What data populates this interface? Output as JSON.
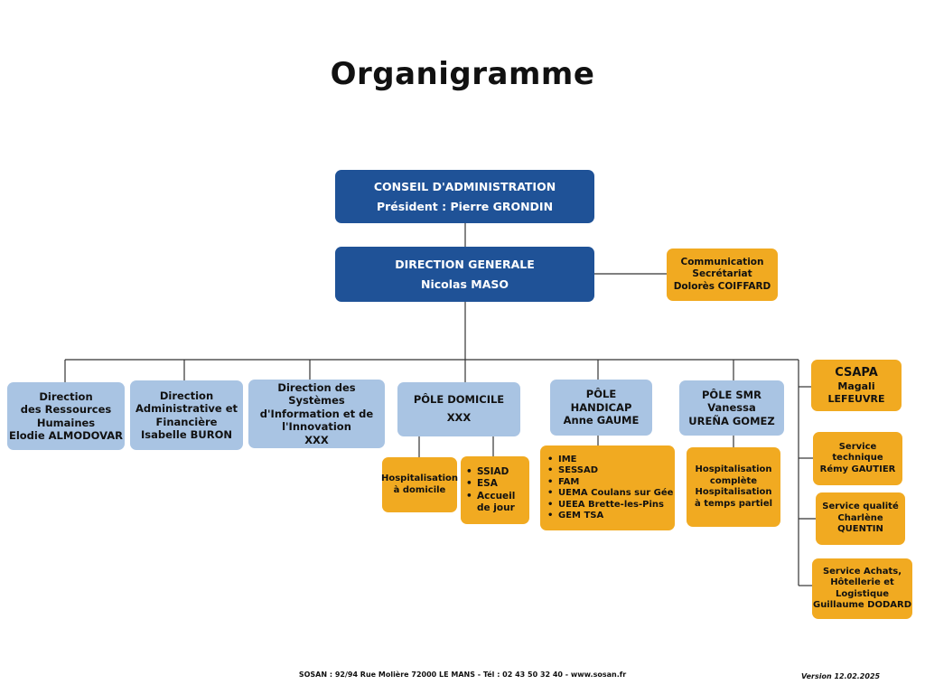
{
  "title": "Organigramme",
  "conseil": {
    "line1": "CONSEIL D'ADMINISTRATION",
    "line2": "Président : Pierre GRONDIN"
  },
  "direction": {
    "line1": "DIRECTION GENERALE",
    "line2": "Nicolas MASO"
  },
  "communication": {
    "line1": "Communication",
    "line2": "Secrétariat",
    "line3": "Dolorès COIFFARD"
  },
  "drh": {
    "line1": "Direction",
    "line2": "des Ressources",
    "line3": "Humaines",
    "line4": "Elodie ALMODOVAR"
  },
  "daf": {
    "line1": "Direction",
    "line2": "Administrative et",
    "line3": "Financière",
    "line4": "Isabelle BURON"
  },
  "dsi": {
    "line1": "Direction des Systèmes",
    "line2": "d'Information et de",
    "line3": "l'Innovation",
    "line4": "XXX"
  },
  "pole_domicile": {
    "line1": "PÔLE DOMICILE",
    "line2": "XXX"
  },
  "pole_handicap": {
    "line1": "PÔLE",
    "line2": "HANDICAP",
    "line3": "Anne GAUME"
  },
  "pole_smr": {
    "line1": "PÔLE SMR",
    "line2": "Vanessa",
    "line3": "UREÑA GOMEZ"
  },
  "hospitalisation_domicile": {
    "line1": "Hospitalisation",
    "line2": "à domicile"
  },
  "domicile_services": [
    "SSIAD",
    "ESA",
    "Accueil de jour"
  ],
  "handicap_services": [
    "IME",
    "SESSAD",
    "FAM",
    "UEMA Coulans sur Gée",
    "UEEA Brette-les-Pins",
    "GEM TSA"
  ],
  "smr_services": {
    "line1": "Hospitalisation",
    "line2": "complète",
    "line3": "Hospitalisation",
    "line4": "à temps partiel"
  },
  "csapa": {
    "line1": "CSAPA",
    "line2": "Magali",
    "line3": "LEFEUVRE"
  },
  "service_technique": {
    "line1": "Service",
    "line2": "technique",
    "line3": "Rémy GAUTIER"
  },
  "service_qualite": {
    "line1": "Service qualité",
    "line2": "Charlène",
    "line3": "QUENTIN"
  },
  "service_achats": {
    "line1": "Service Achats,",
    "line2": "Hôtellerie et",
    "line3": "Logistique",
    "line4": "Guillaume DODARD"
  },
  "footer": "SOSAN : 92/94 Rue Molière 72000 LE MANS - Tél : 02 43 50 32 40 - www.sosan.fr",
  "version": "Version 12.02.2025"
}
